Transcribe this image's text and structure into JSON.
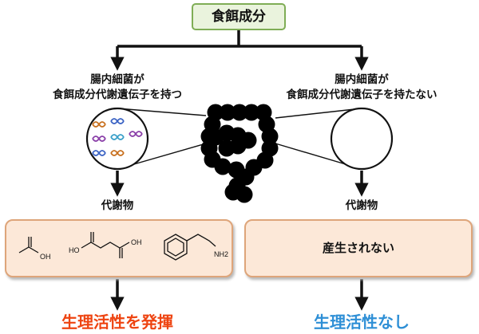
{
  "title": "食餌成分",
  "left_branch": {
    "condition_line1": "腸内細菌が",
    "condition_line2": "食餌成分代謝遺伝子を持つ",
    "metabolite_label": "代謝物",
    "molecules": [
      {
        "name": "acetic-acid",
        "atom_labels": [
          "OH"
        ]
      },
      {
        "name": "succinic-acid",
        "atom_labels": [
          "HO",
          "OH"
        ]
      },
      {
        "name": "phenethylamine",
        "atom_labels": [
          "NH2"
        ]
      }
    ],
    "outcome": "生理活性を発揮",
    "outcome_color": "#ee4411"
  },
  "right_branch": {
    "condition_line1": "腸内細菌が",
    "condition_line2": "食餌成分代謝遺伝子を持たない",
    "metabolite_label": "代謝物",
    "result_text": "産生されない",
    "outcome": "生理活性なし",
    "outcome_color": "#2e8fd6"
  },
  "gene_colors": [
    "#c8701e",
    "#3b63c4",
    "#8a3ea8",
    "#3aa0c9"
  ],
  "colors": {
    "title_fill": "#eaf3dd",
    "title_border": "#7fad55",
    "result_fill": "#fce8d8",
    "result_border": "#dea57a"
  }
}
